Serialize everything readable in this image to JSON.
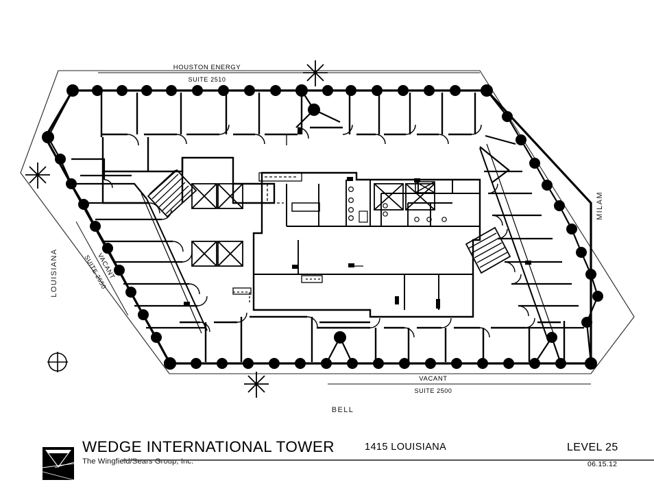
{
  "document": {
    "type": "architectural-floor-plan",
    "drawing_title": "WEDGE INTERNATIONAL TOWER",
    "firm": "The Wingfield/Sears Group, Inc.",
    "address": "1415 LOUISIANA",
    "level": "LEVEL 25",
    "date": "06.15.12"
  },
  "plan_labels": {
    "top_tenant": {
      "name": "HOUSTON ENERGY",
      "suite": "SUITE 2510"
    },
    "bottom_tenant": {
      "name": "VACANT",
      "suite": "SUITE 2500"
    },
    "left_tenant": {
      "name": "VACANT",
      "suite": "SUITE 2550"
    }
  },
  "streets": {
    "north": "",
    "east": "MILAM",
    "south": "BELL",
    "west": "LOUISIANA"
  },
  "symbols": {
    "north_arrow": "north-arrow-icon",
    "grid_marks": "grid-reference-star",
    "column": "structural-column",
    "elevator": "elevator-shaft",
    "stair": "stairwell"
  },
  "colors": {
    "ink": "#000000",
    "paper": "#ffffff",
    "rule": "#555555",
    "thin_line": "#222222"
  }
}
